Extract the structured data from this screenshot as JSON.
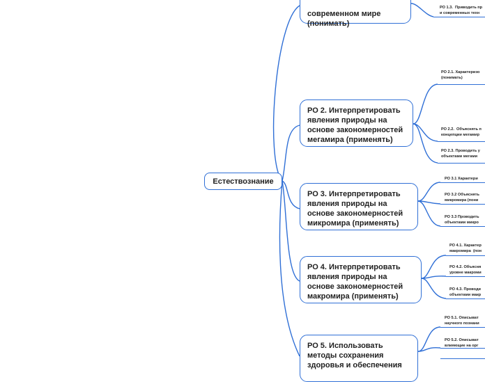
{
  "root": {
    "label": "Естествознание"
  },
  "branches": [
    {
      "label": "современном мире\n(понимать)",
      "leaves": [
        "РО 1.3.  Приводить пр\nи современных техн"
      ]
    },
    {
      "label": "РО 2. Интерпретировать явления природы на основе закономерностей мегамира  (применять)",
      "leaves": [
        "РО 2.1. Характеризо\n(понимать)",
        "РО 2.2.  Объяснять п\nконцепции мегамир",
        "РО 2.3. Проводить у\nобъектами мегами"
      ]
    },
    {
      "label": "РО 3. Интерпретировать явления природы на основе закономерностей микромира (применять)",
      "leaves": [
        "РО 3.1 Характери",
        "РО 3.2 Объяснять\nмикромира (пони",
        "РО 3.3 Проводить\nобъектами микро"
      ]
    },
    {
      "label": "РО 4. Интерпретировать явления природы на основе закономерностей макромира  (применять)",
      "leaves": [
        "РО 4.1. Характер\nмакромира  (пон",
        "РО 4.2. Объясня\nуровне макроми",
        "РО 4.3. Проводи\nобъектами макр"
      ]
    },
    {
      "label": "РО 5. Использовать методы сохранения здоровья и обеспечения",
      "leaves": [
        "РО 5.1. Описыват\nнаучного познани",
        "РО 5.2. Описыват\nвлияющие на орг"
      ]
    }
  ],
  "colors": {
    "line": "#2f6fd6",
    "border": "#2f6fd6"
  }
}
